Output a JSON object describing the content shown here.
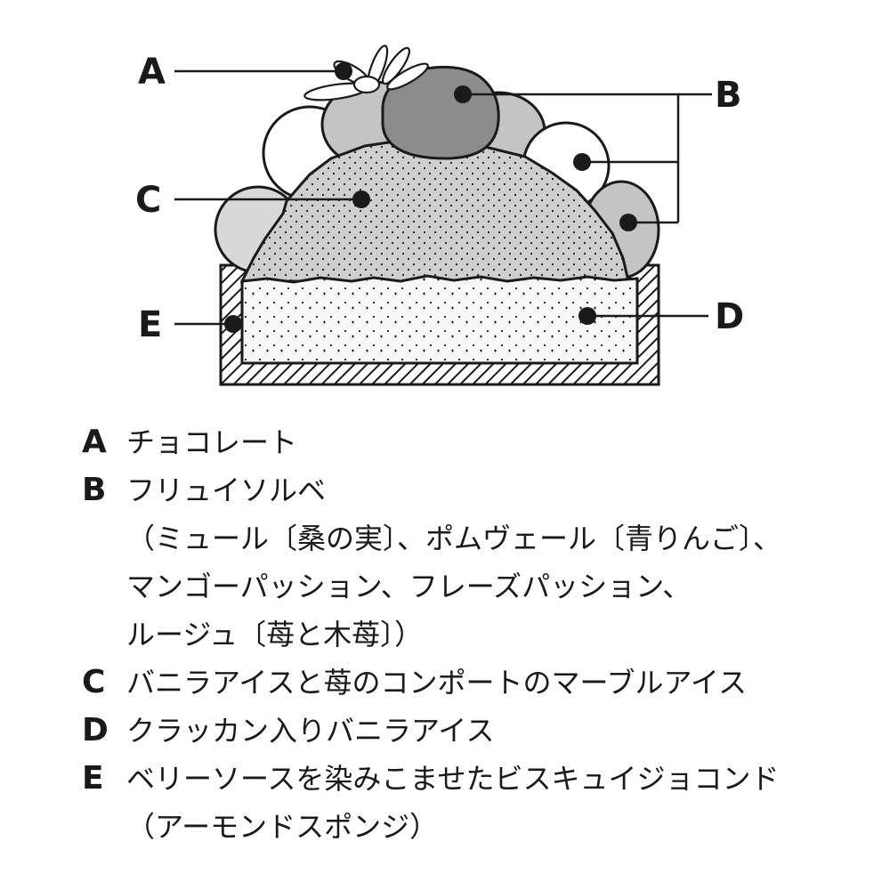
{
  "callouts": {
    "A": "A",
    "B": "B",
    "C": "C",
    "D": "D",
    "E": "E"
  },
  "legend": [
    {
      "letter": "A",
      "lines": [
        "チョコレート"
      ]
    },
    {
      "letter": "B",
      "lines": [
        "フリュイソルベ",
        "（ミュール〔桑の実〕、ポムヴェール〔青りんご〕、",
        "マンゴーパッション、フレーズパッション、",
        "ルージュ〔苺と木苺〕）"
      ]
    },
    {
      "letter": "C",
      "lines": [
        "バニラアイスと苺のコンポートのマーブルアイス"
      ]
    },
    {
      "letter": "D",
      "lines": [
        "クラッカン入りバニラアイス"
      ]
    },
    {
      "letter": "E",
      "lines": [
        "ベリーソースを染みこませたビスキュイジョコンド",
        "（アーモンドスポンジ）"
      ]
    }
  ],
  "colors": {
    "outline": "#1a1a1a",
    "sorbet_dark": "#8c8c8c",
    "sorbet_mid": "#c4c4c4",
    "sorbet_light": "#d8d8d8",
    "sorbet_white": "#ffffff",
    "marble_fill": "#cfcfcf",
    "vanilla_fill": "#f7f7f7"
  }
}
